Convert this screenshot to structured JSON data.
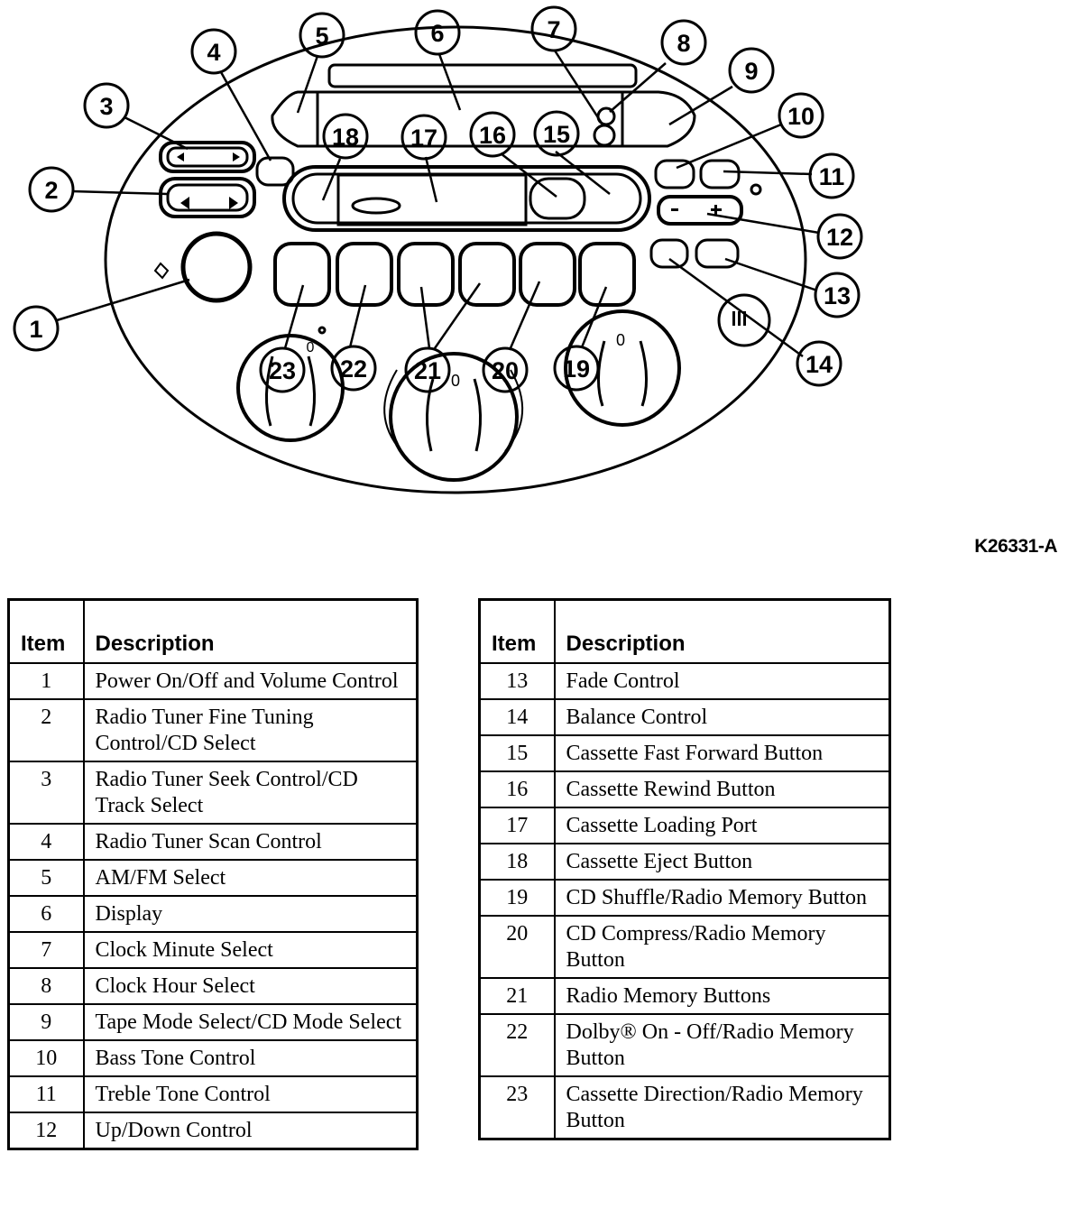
{
  "figure_id": "K26331-A",
  "callouts": [
    "1",
    "2",
    "3",
    "4",
    "5",
    "6",
    "7",
    "8",
    "9",
    "10",
    "11",
    "12",
    "13",
    "14",
    "15",
    "16",
    "17",
    "18",
    "19",
    "20",
    "21",
    "22",
    "23"
  ],
  "dial_marks": {
    "fan_off": "0",
    "temp_mid": "0",
    "mode_off": "0"
  },
  "legend_left": {
    "header_item": "Item",
    "header_description": "Description",
    "rows": [
      {
        "item": "1",
        "description": "Power On/Off and Volume Control"
      },
      {
        "item": "2",
        "description": "Radio Tuner Fine Tuning Control/CD Select"
      },
      {
        "item": "3",
        "description": "Radio Tuner Seek Control/CD Track Select"
      },
      {
        "item": "4",
        "description": "Radio Tuner Scan Control"
      },
      {
        "item": "5",
        "description": "AM/FM Select"
      },
      {
        "item": "6",
        "description": "Display"
      },
      {
        "item": "7",
        "description": "Clock Minute Select"
      },
      {
        "item": "8",
        "description": "Clock Hour Select"
      },
      {
        "item": "9",
        "description": "Tape Mode Select/CD Mode Select"
      },
      {
        "item": "10",
        "description": "Bass Tone Control"
      },
      {
        "item": "11",
        "description": "Treble Tone Control"
      },
      {
        "item": "12",
        "description": "Up/Down Control"
      }
    ]
  },
  "legend_right": {
    "header_item": "Item",
    "header_description": "Description",
    "rows": [
      {
        "item": "13",
        "description": "Fade Control"
      },
      {
        "item": "14",
        "description": "Balance Control"
      },
      {
        "item": "15",
        "description": "Cassette Fast Forward Button"
      },
      {
        "item": "16",
        "description": "Cassette Rewind Button"
      },
      {
        "item": "17",
        "description": "Cassette Loading Port"
      },
      {
        "item": "18",
        "description": "Cassette Eject Button"
      },
      {
        "item": "19",
        "description": "CD Shuffle/Radio Memory Button"
      },
      {
        "item": "20",
        "description": "CD Compress/Radio Memory Button"
      },
      {
        "item": "21",
        "description": "Radio Memory Buttons"
      },
      {
        "item": "22",
        "description": "Dolby® On - Off/Radio Memory Button"
      },
      {
        "item": "23",
        "description": "Cassette Direction/Radio Memory Button"
      }
    ]
  }
}
